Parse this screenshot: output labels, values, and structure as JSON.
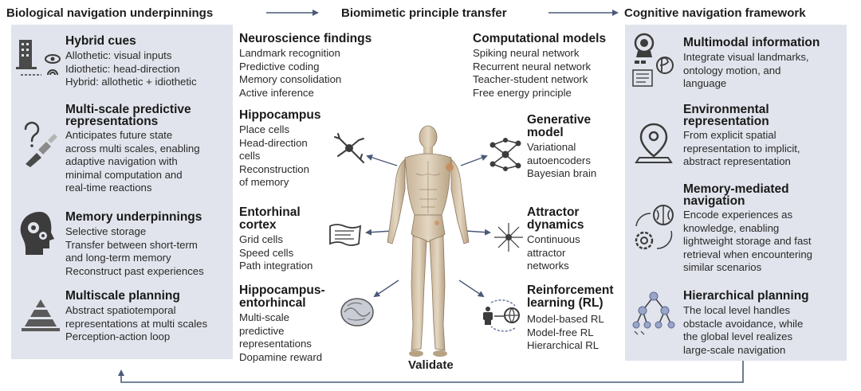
{
  "headers": {
    "left": "Biological navigation underpinnings",
    "middle": "Biomimetic principle transfer",
    "right": "Cognitive navigation framework"
  },
  "left_panel": [
    {
      "title": "Hybrid cues",
      "body": "Allothetic: visual inputs\nIdiothetic: head-direction\nHybrid: allothetic + idiothetic",
      "icon": "landmark-eye-icon"
    },
    {
      "title": "Multi-scale predictive\nrepresentations",
      "body": "Anticipates future state\nacross multi scales, enabling\nadaptive navigation with\nminimal computation and\nreal-time reactions",
      "icon": "question-head-icon"
    },
    {
      "title": "Memory underpinnings",
      "body": "Selective storage\nTransfer between short-term\nand long-term memory\nReconstruct past experiences",
      "icon": "head-gears-icon"
    },
    {
      "title": "Multiscale planning",
      "body": "Abstract spatiotemporal\nrepresentations at multi scales\nPerception-action loop",
      "icon": "pyramid-icon"
    }
  ],
  "middle": {
    "neuroscience": {
      "title": "Neuroscience findings",
      "body": "Landmark recognition\nPredictive coding\nMemory consolidation\nActive inference"
    },
    "computational": {
      "title": "Computational models",
      "body": "Spiking neural network\nRecurrent neural network\nTeacher-student network\nFree energy principle"
    },
    "hippocampus": {
      "title": "Hippocampus",
      "body": "Place cells\nHead-direction\ncells\nReconstruction\nof memory"
    },
    "entorhinal": {
      "title": "Entorhinal\ncortex",
      "body": "Grid cells\nSpeed cells\nPath integration"
    },
    "hippo_entorhinal": {
      "title": "Hippocampus-\nentorhincal",
      "body": "Multi-scale\npredictive\nrepresentations\nDopamine reward"
    },
    "generative": {
      "title": "Generative\nmodel",
      "body": "Variational\nautoencoders\nBayesian brain"
    },
    "attractor": {
      "title": "Attractor\ndynamics",
      "body": "Continuous\nattractor\nnetworks"
    },
    "rl": {
      "title": "Reinforcement\nlearning (RL)",
      "body": "Model-based RL\nModel-free RL\nHierarchical RL"
    }
  },
  "right_panel": [
    {
      "title": "Multimodal information",
      "body": "Integrate visual landmarks,\nontology motion, and\nlanguage",
      "icon": "multimodal-icon"
    },
    {
      "title": "Environmental\nrepresentation",
      "body": "From explicit spatial\nrepresentation to implicit,\nabstract representation",
      "icon": "location-pin-icon"
    },
    {
      "title": "Memory-mediated\nnavigation",
      "body": "Encode experiences as\nknowledge, enabling\nlightweight storage and fast\nretrieval when encountering\nsimilar scenarios",
      "icon": "brain-cycle-icon"
    },
    {
      "title": "Hierarchical planning",
      "body": "The local level handles\nobstacle avoidance, while\nthe global level realizes\nlarge-scale navigation",
      "icon": "tree-hierarchy-icon"
    }
  ],
  "validate_label": "Validate",
  "colors": {
    "panel": "#e1e4ec",
    "arrow": "#4a5a78",
    "icon": "#3c3c3c",
    "figure": "#d9cbb4"
  }
}
